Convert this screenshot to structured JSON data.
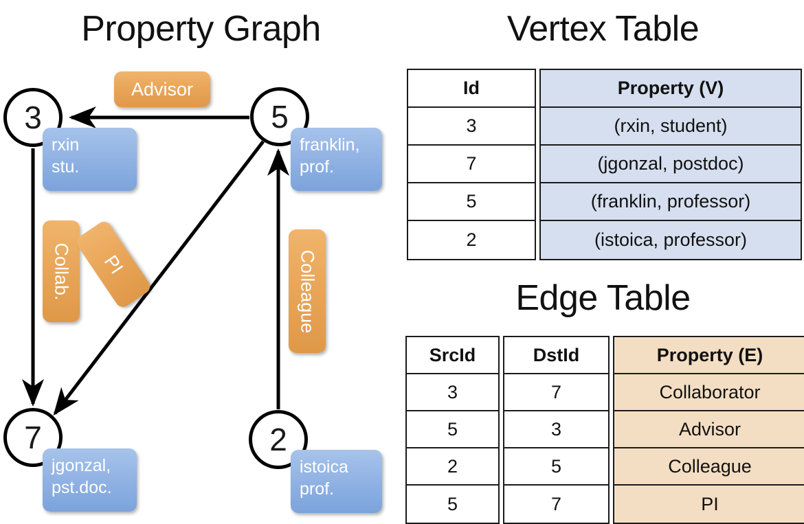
{
  "titles": {
    "property_graph": "Property Graph",
    "vertex_table": "Vertex Table",
    "edge_table": "Edge Table"
  },
  "colors": {
    "node_fill": "#ffffff",
    "node_stroke": "#000000",
    "vertex_property_fill": "#d6dfef",
    "edge_property_fill": "#f4dec3",
    "vertex_box_gradient_top": "#a6c3ea",
    "vertex_box_gradient_bottom": "#7ba3db",
    "edge_label_gradient_top": "#f0b46c",
    "edge_label_gradient_bottom": "#df9848",
    "table_border": "#1a1a1a"
  },
  "graph": {
    "nodes": [
      {
        "id": "3",
        "property_line1": "rxin",
        "property_line2": "stu."
      },
      {
        "id": "5",
        "property_line1": "franklin,",
        "property_line2": "prof."
      },
      {
        "id": "7",
        "property_line1": "jgonzal,",
        "property_line2": "pst.doc."
      },
      {
        "id": "2",
        "property_line1": "istoica",
        "property_line2": "prof."
      }
    ],
    "edge_labels": [
      {
        "label": "Advisor"
      },
      {
        "label": "Collab."
      },
      {
        "label": "PI"
      },
      {
        "label": "Colleague"
      }
    ],
    "edges": [
      {
        "src": "5",
        "dst": "3",
        "label": "Advisor"
      },
      {
        "src": "3",
        "dst": "7",
        "label": "Collab."
      },
      {
        "src": "5",
        "dst": "7",
        "label": "PI"
      },
      {
        "src": "2",
        "dst": "5",
        "label": "Colleague"
      }
    ]
  },
  "vertex_table": {
    "headers": [
      "Id",
      "Property (V)"
    ],
    "rows": [
      {
        "id": "3",
        "property": "(rxin, student)"
      },
      {
        "id": "7",
        "property": "(jgonzal, postdoc)"
      },
      {
        "id": "5",
        "property": "(franklin, professor)"
      },
      {
        "id": "2",
        "property": "(istoica, professor)"
      }
    ]
  },
  "edge_table": {
    "headers": [
      "SrcId",
      "DstId",
      "Property (E)"
    ],
    "rows": [
      {
        "src": "3",
        "dst": "7",
        "property": "Collaborator"
      },
      {
        "src": "5",
        "dst": "3",
        "property": "Advisor"
      },
      {
        "src": "2",
        "dst": "5",
        "property": "Colleague"
      },
      {
        "src": "5",
        "dst": "7",
        "property": "PI"
      }
    ]
  }
}
